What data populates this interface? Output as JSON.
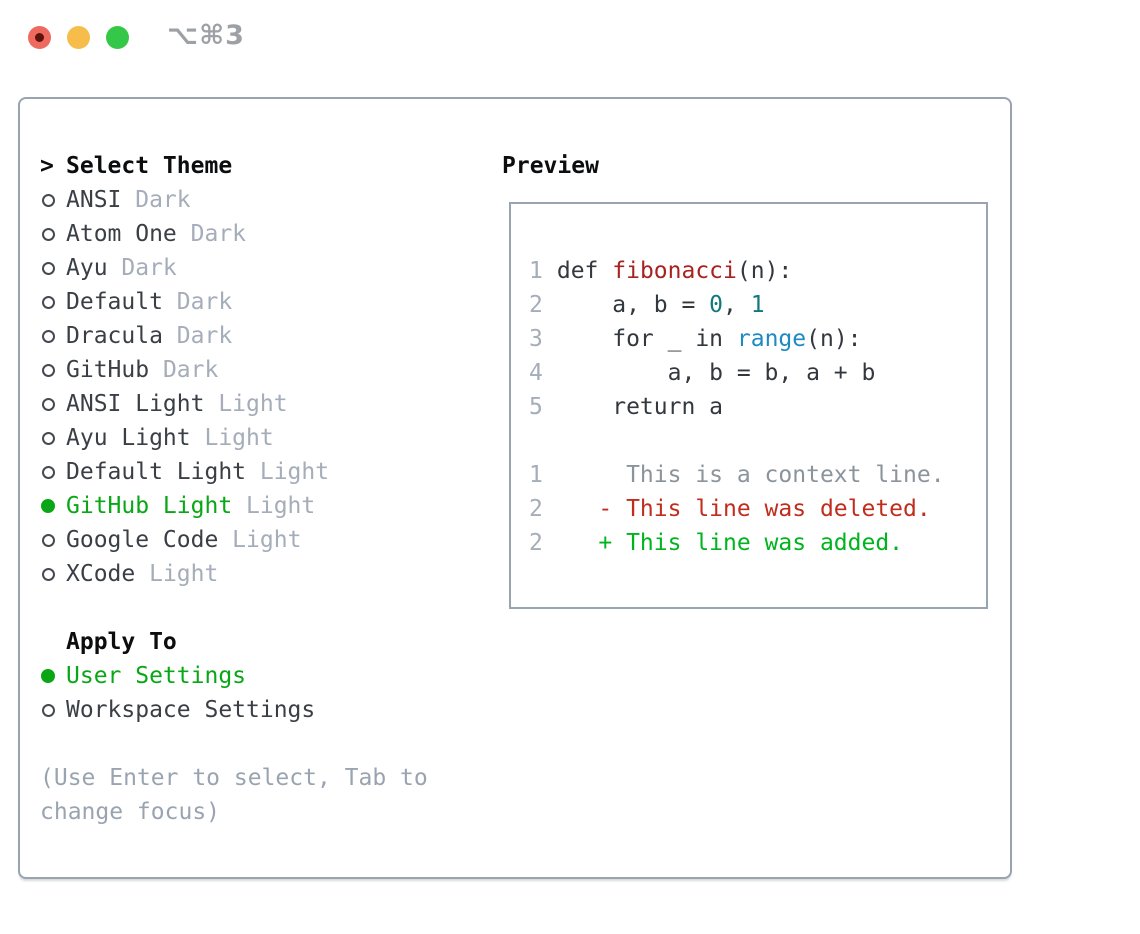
{
  "window": {
    "title": "⌥⌘3"
  },
  "theme_picker": {
    "prefix": ">",
    "header": "Select Theme",
    "items": [
      {
        "label": "ANSI",
        "badge": "Dark",
        "selected": false
      },
      {
        "label": "Atom One",
        "badge": "Dark",
        "selected": false
      },
      {
        "label": "Ayu",
        "badge": "Dark",
        "selected": false
      },
      {
        "label": "Default",
        "badge": "Dark",
        "selected": false
      },
      {
        "label": "Dracula",
        "badge": "Dark",
        "selected": false
      },
      {
        "label": "GitHub",
        "badge": "Dark",
        "selected": false
      },
      {
        "label": "ANSI Light",
        "badge": "Light",
        "selected": false
      },
      {
        "label": "Ayu Light",
        "badge": "Light",
        "selected": false
      },
      {
        "label": "Default Light",
        "badge": "Light",
        "selected": false
      },
      {
        "label": "GitHub Light",
        "badge": "Light",
        "selected": true
      },
      {
        "label": "Google Code",
        "badge": "Light",
        "selected": false
      },
      {
        "label": "XCode",
        "badge": "Light",
        "selected": false
      }
    ]
  },
  "apply_to": {
    "header": "Apply To",
    "items": [
      {
        "label": "User Settings",
        "selected": true
      },
      {
        "label": "Workspace Settings",
        "selected": false
      }
    ]
  },
  "hint": {
    "line1": "(Use Enter to select, Tab to",
    "line2": "change focus)"
  },
  "preview": {
    "title": "Preview",
    "lines": [
      {
        "ln": "1",
        "segments": [
          [
            " def ",
            "plain"
          ],
          [
            "fibonacci",
            "function"
          ],
          [
            "(n):",
            "plain"
          ]
        ]
      },
      {
        "ln": "2",
        "segments": [
          [
            "     a, b = ",
            "plain"
          ],
          [
            "0",
            "number"
          ],
          [
            ", ",
            "plain"
          ],
          [
            "1",
            "number"
          ]
        ]
      },
      {
        "ln": "3",
        "segments": [
          [
            "     for _ in ",
            "plain"
          ],
          [
            "range",
            "builtin"
          ],
          [
            "(n):",
            "plain"
          ]
        ]
      },
      {
        "ln": "4",
        "segments": [
          [
            "         a, b = b, a + b",
            "plain"
          ]
        ]
      },
      {
        "ln": "5",
        "segments": [
          [
            "     return a",
            "plain"
          ]
        ]
      },
      {
        "ln": "",
        "segments": []
      },
      {
        "ln": "1",
        "segments": [
          [
            "      This is a context line.",
            "context"
          ]
        ]
      },
      {
        "ln": "2",
        "segments": [
          [
            "    - This line was deleted.",
            "deleted"
          ]
        ]
      },
      {
        "ln": "2",
        "segments": [
          [
            "    + This line was added.",
            "added"
          ]
        ]
      }
    ]
  },
  "colors": {
    "traffic-red": "#ee6a5f",
    "traffic-red-dot": "#5d120b",
    "traffic-yellow": "#f6bd4a",
    "traffic-green": "#35c748",
    "title-gray": "#9da1a6",
    "border": "#9aa3b0",
    "text": "#3a3f46",
    "header-text": "#0c0d0e",
    "muted": "#a4adb9",
    "hint": "#9aa4b1",
    "accent-green": "#09a715",
    "line-number": "#a4adb9",
    "code-plain": "#33383f",
    "code-function": "#a82320",
    "code-number": "#11797e",
    "code-builtin": "#1e8ac2",
    "diff-context": "#8b939b",
    "diff-deleted": "#c02d1d",
    "diff-added": "#00b41e"
  }
}
